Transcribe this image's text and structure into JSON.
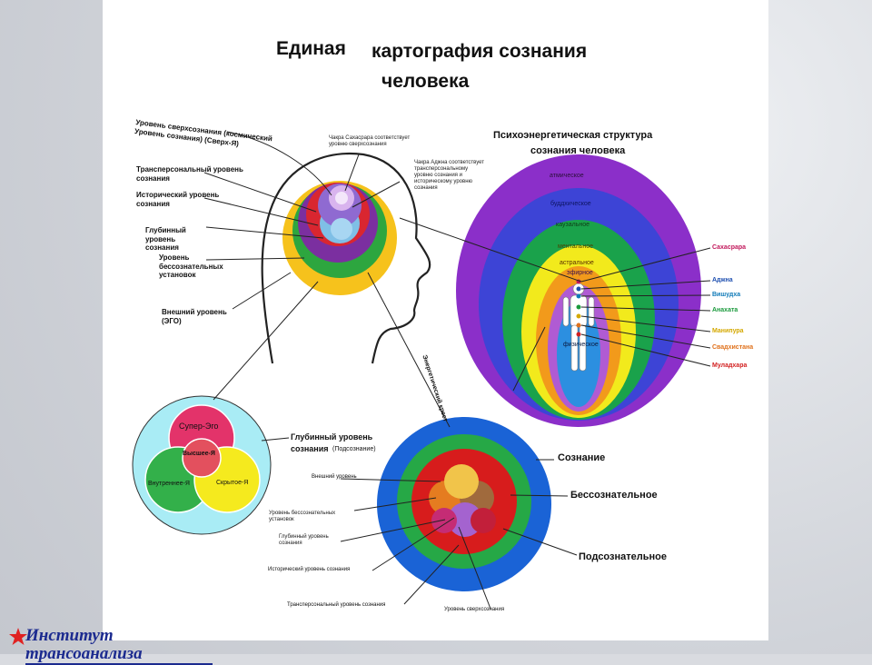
{
  "title_line1a": "Единая",
  "title_line1b": "картография сознания",
  "title_line2": "человека",
  "head_labels": {
    "cosmic": "Уровень сверхсознания (космический Уровень сознания) (Сверх-Я)",
    "transpersonal": "Трансперсональный уровень сознания",
    "historical": "Исторический уровень сознания",
    "deep": "Глубинный уровень сознания",
    "unconscious_sets": "Уровень бессознательных установок",
    "external": "Внешний уровень (ЭГО)",
    "sahasrara_note": "Чакра Сахасрара соответствует уровню сверхсознания",
    "ajna_note": "Чакра Аджна соответствует трансперсональному уровню сознания и историческому уровню сознания"
  },
  "psycho": {
    "title1": "Психоэнергетическая структура",
    "title2": "сознания человека",
    "layers": [
      "атмическое",
      "буддхическое",
      "каузальное",
      "ментальное",
      "астральное",
      "эфирное",
      "физическое"
    ]
  },
  "chakras": [
    {
      "name": "Сахасрара",
      "color": "#c2185b"
    },
    {
      "name": "Аджна",
      "color": "#1e4fb0"
    },
    {
      "name": "Вишудха",
      "color": "#0f7ab8"
    },
    {
      "name": "Анахата",
      "color": "#1a9a3c"
    },
    {
      "name": "Манипура",
      "color": "#d4a800"
    },
    {
      "name": "Свадхистана",
      "color": "#e0711b"
    },
    {
      "name": "Муладхара",
      "color": "#d21f1f"
    }
  ],
  "energy_cross": "Энергетический крест",
  "venn": {
    "super_ego": "Супер-Эго",
    "higher_self": "Высшее-Я",
    "inner_self": "Внутреннее-Я",
    "hidden_self": "Скрытое-Я",
    "deep_label1": "Глубинный уровень",
    "deep_label2": "сознания",
    "deep_label3": "(Подсознание)"
  },
  "circle": {
    "consciousness": "Сознание",
    "unconscious": "Бессознательное",
    "subconscious": "Подсознательное",
    "external": "Внешний уровень",
    "unconscious_sets": "Уровень бессознательных установок",
    "deep": "Глубинный уровень сознания",
    "historical": "Исторический уровень сознания",
    "transpersonal": "Трансперсональный уровень сознания",
    "superconscious": "Уровень сверхсознания"
  },
  "logo_text": "Институт трансоанализа"
}
